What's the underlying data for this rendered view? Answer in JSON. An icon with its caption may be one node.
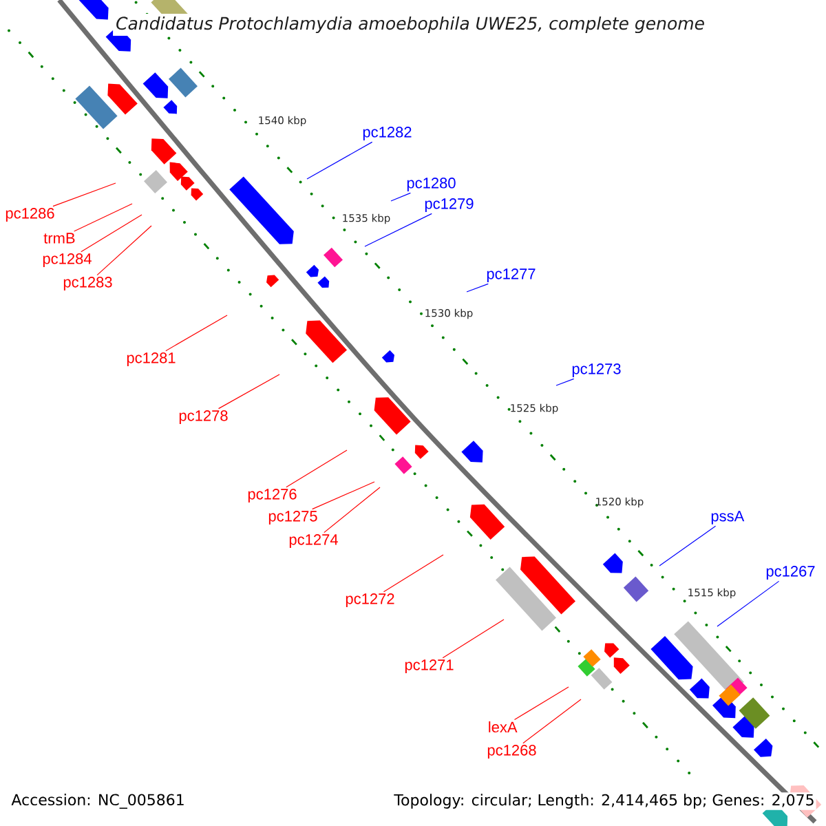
{
  "diagram": {
    "title": "Candidatus Protochlamydia amoebophila UWE25, complete genome",
    "nodes": [
      {
        "text": [
          "pc1282"
        ]
      },
      {
        "text": [
          "pc1280"
        ]
      },
      {
        "text": [
          "pc1279"
        ]
      },
      {
        "text": [
          "pc1286"
        ]
      },
      {
        "text": [
          "trmB"
        ]
      },
      {
        "text": [
          "pc1284"
        ]
      },
      {
        "text": [
          "pc1277"
        ]
      },
      {
        "text": [
          "pc1283"
        ]
      },
      {
        "text": [
          "pc1281"
        ]
      },
      {
        "text": [
          "pc1273"
        ]
      },
      {
        "text": [
          "pc1278"
        ]
      },
      {
        "text": [
          "pc1276"
        ]
      },
      {
        "text": [
          "pc1275"
        ]
      },
      {
        "text": [
          "pssA"
        ]
      },
      {
        "text": [
          "pc1274"
        ]
      },
      {
        "text": [
          "pc1267"
        ]
      },
      {
        "text": [
          "pc1272"
        ]
      },
      {
        "text": [
          "pc1271"
        ]
      },
      {
        "text": [
          "lexA"
        ]
      },
      {
        "text": [
          "pc1268"
        ]
      }
    ],
    "edges": [
      {
        "from": 0,
        "to": null,
        "arrow": "none",
        "color": "#0000ff"
      },
      {
        "from": 1,
        "to": null,
        "arrow": "none",
        "color": "#0000ff"
      },
      {
        "from": 2,
        "to": null,
        "arrow": "none",
        "color": "#0000ff"
      },
      {
        "from": 3,
        "to": null,
        "arrow": "none"
      },
      {
        "from": 4,
        "to": null,
        "arrow": "none"
      },
      {
        "from": 5,
        "to": null,
        "arrow": "none"
      },
      {
        "from": 6,
        "to": null,
        "arrow": "none",
        "color": "#0000ff"
      },
      {
        "from": 7,
        "to": null,
        "arrow": "none"
      },
      {
        "from": 8,
        "to": null,
        "arrow": "none"
      },
      {
        "from": 9,
        "to": null,
        "arrow": "none",
        "color": "#0000ff"
      },
      {
        "from": 10,
        "to": null,
        "arrow": "none"
      },
      {
        "from": 11,
        "to": null,
        "arrow": "none"
      },
      {
        "from": 12,
        "to": null,
        "arrow": "none"
      },
      {
        "from": 13,
        "to": null,
        "arrow": "none",
        "color": "#0000ff"
      },
      {
        "from": 14,
        "to": null,
        "arrow": "none"
      },
      {
        "from": 15,
        "to": null,
        "arrow": "none",
        "color": "#0000ff"
      },
      {
        "from": 16,
        "to": null,
        "arrow": "none"
      },
      {
        "from": 17,
        "to": null,
        "arrow": "none"
      },
      {
        "from": 18,
        "to": null,
        "arrow": "none"
      },
      {
        "from": 19,
        "to": null,
        "arrow": "none"
      }
    ],
    "labels": [
      "1540 kbp",
      "1535 kbp",
      "1530 kbp",
      "1525 kbp",
      "1520 kbp",
      "1515 kbp",
      "Accession: NC_005861",
      "Topology: circular; Length: 2,414,465 bp; Genes: 2,075"
    ]
  }
}
